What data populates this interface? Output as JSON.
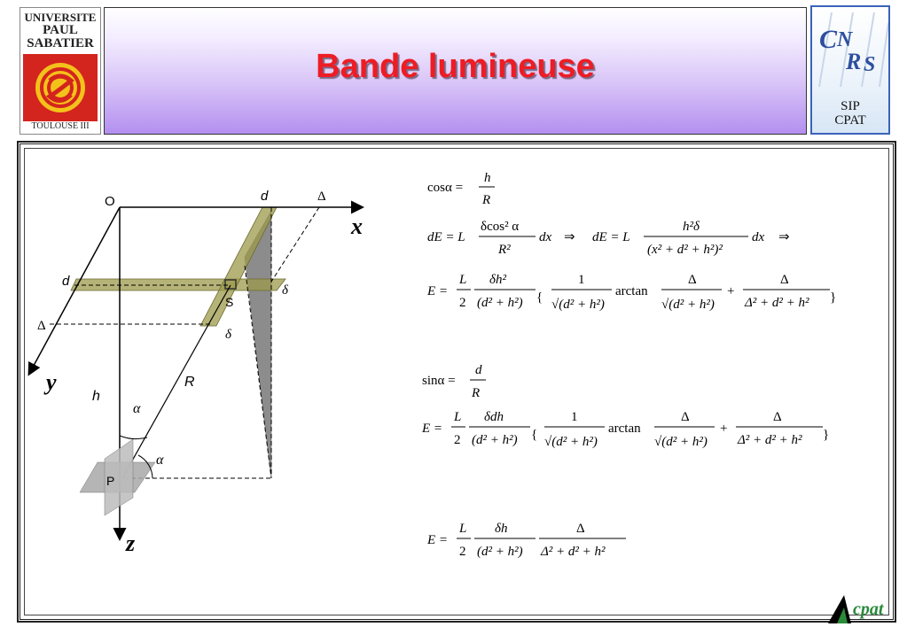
{
  "header": {
    "title": "Bande lumineuse",
    "ups_logo": [
      "UNIVERSITE",
      "PAUL",
      "SABATIER",
      "TOULOUSE III"
    ],
    "cnrs_logo": "CNRS",
    "cnrs_sub": [
      "SIP",
      "CPAT"
    ],
    "cpat_logo": "cpat"
  },
  "diagram": {
    "labels": {
      "O": "O",
      "d_top": "d",
      "delta_top": "Δ",
      "x_axis": "x",
      "d_left": "d",
      "delta_small_right": "δ",
      "S": "S",
      "delta_left": "Δ",
      "delta_small_below": "δ",
      "y_axis": "y",
      "h": "h",
      "R": "R",
      "alpha_upper": "α",
      "alpha_lower": "α",
      "P": "P",
      "z_axis": "z"
    }
  },
  "equations": {
    "eq1": {
      "lhs": "cosα =",
      "num": "h",
      "den": "R"
    },
    "eq2": {
      "p1_lhs": "dE = L",
      "p1_num": "δcos² α",
      "p1_den": "R²",
      "p1_tail": "dx",
      "arrow1": "⇒",
      "p2_lhs": "dE = L",
      "p2_num": "h²δ",
      "p2_den": "(x² + d² + h²)²",
      "p2_tail": "dx",
      "arrow2": "⇒"
    },
    "eq3": {
      "lhs": "E =",
      "f1_num": "L",
      "f1_den": "2",
      "f2_num": "δh²",
      "f2_den": "(d² + h²)",
      "f3_num": "1",
      "f3_den": "√(d² + h²)",
      "arctan": "arctan",
      "f4_num": "Δ",
      "f4_den": "√(d² + h²)",
      "plus": "+",
      "f5_num": "Δ",
      "f5_den": "Δ² + d² + h²"
    },
    "eq4": {
      "lhs": "sinα =",
      "num": "d",
      "den": "R"
    },
    "eq5": {
      "lhs": "E =",
      "f1_num": "L",
      "f1_den": "2",
      "f2_num": "δdh",
      "f2_den": "(d² + h²)",
      "f3_num": "1",
      "f3_den": "√(d² + h²)",
      "arctan": "arctan",
      "f4_num": "Δ",
      "f4_den": "√(d² + h²)",
      "plus": "+",
      "f5_num": "Δ",
      "f5_den": "Δ² + d² + h²"
    },
    "eq6": {
      "lhs": "E =",
      "f1_num": "L",
      "f1_den": "2",
      "f2_num": "δh",
      "f2_den": "(d² + h²)",
      "f3_num": "Δ",
      "f3_den": "Δ² + d² + h²"
    }
  }
}
